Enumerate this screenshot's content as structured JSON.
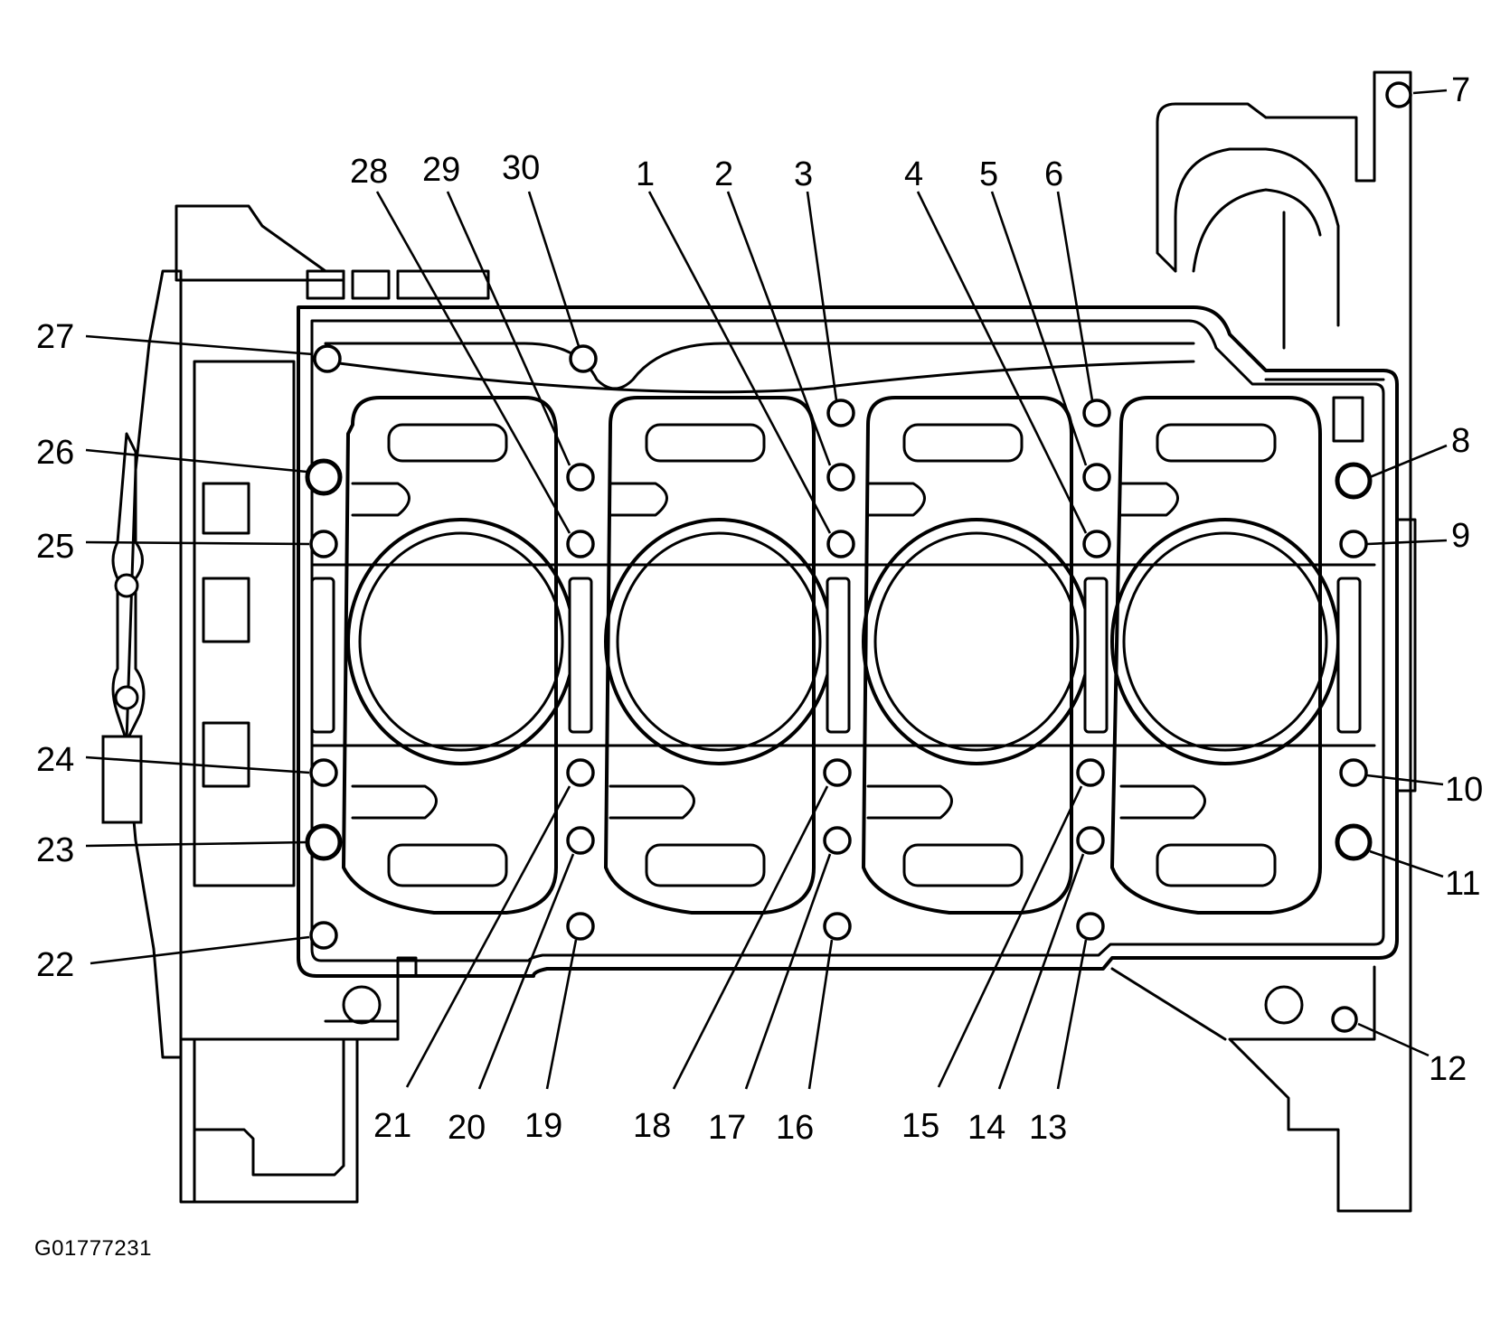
{
  "figure_id": "G01777231",
  "callouts": [
    {
      "label": "1"
    },
    {
      "label": "2"
    },
    {
      "label": "3"
    },
    {
      "label": "4"
    },
    {
      "label": "5"
    },
    {
      "label": "6"
    },
    {
      "label": "7"
    },
    {
      "label": "8"
    },
    {
      "label": "9"
    },
    {
      "label": "10"
    },
    {
      "label": "11"
    },
    {
      "label": "12"
    },
    {
      "label": "13"
    },
    {
      "label": "14"
    },
    {
      "label": "15"
    },
    {
      "label": "16"
    },
    {
      "label": "17"
    },
    {
      "label": "18"
    },
    {
      "label": "19"
    },
    {
      "label": "20"
    },
    {
      "label": "21"
    },
    {
      "label": "22"
    },
    {
      "label": "23"
    },
    {
      "label": "24"
    },
    {
      "label": "25"
    },
    {
      "label": "26"
    },
    {
      "label": "27"
    },
    {
      "label": "28"
    },
    {
      "label": "29"
    },
    {
      "label": "30"
    }
  ]
}
